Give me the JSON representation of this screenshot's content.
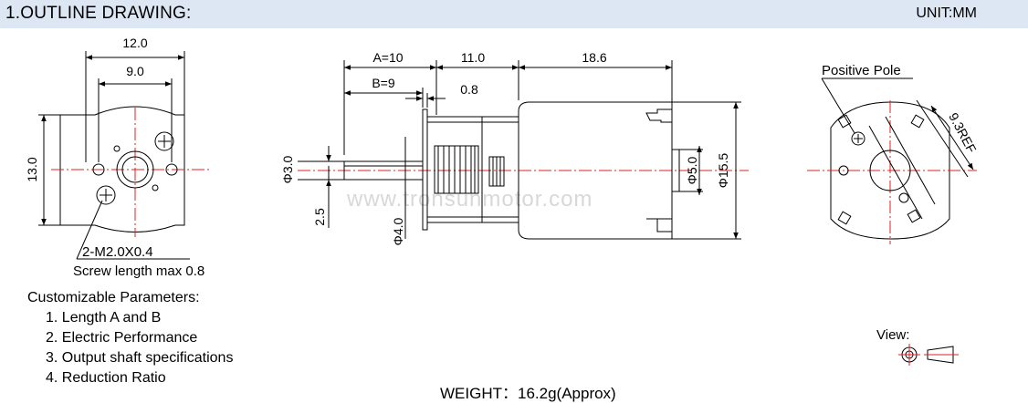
{
  "header": {
    "title": "1.OUTLINE DRAWING:",
    "unit": "UNIT:MM"
  },
  "front_view": {
    "dim_width": "12.0",
    "dim_hole_spacing": "9.0",
    "dim_height": "13.0",
    "screw_spec": "2-M2.0X0.4",
    "screw_note": "Screw length max 0.8"
  },
  "side_view": {
    "dim_a": "A=10",
    "dim_b": "B=9",
    "dim_gearbox": "11.0",
    "dim_motor": "18.6",
    "dim_flange": "0.8",
    "dim_shaft_dia": "Φ3.0",
    "dim_shaft_flat": "2.5",
    "dim_boss_dia": "Φ4.0",
    "dim_bearing_dia": "Φ5.0",
    "dim_body_dia": "Φ15.5",
    "watermark": "www.tronsunmotor.com"
  },
  "rear_view": {
    "pole_label": "Positive Pole",
    "dim_terminal": "9.3REF"
  },
  "params": {
    "title": "Customizable Parameters:",
    "items": [
      "1. Length  A and B",
      "2. Electric Performance",
      "3. Output shaft specifications",
      "4. Reduction Ratio"
    ]
  },
  "view_label": "View:",
  "weight": "WEIGHT：16.2g(Approx)"
}
